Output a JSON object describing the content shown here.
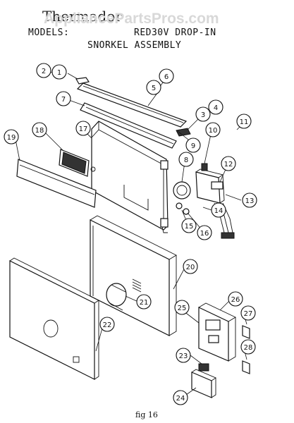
{
  "header": {
    "brand_title": "Thermador",
    "watermark": "AppliancePartsPros.com",
    "models_label": "MODELS:",
    "models_value": "RED30V DROP-IN",
    "assembly": "SNORKEL ASSEMBLY"
  },
  "figure_label": "fig 16",
  "callouts": [
    "1",
    "2",
    "3",
    "4",
    "5",
    "6",
    "7",
    "8",
    "9",
    "10",
    "11",
    "12",
    "13",
    "14",
    "15",
    "16",
    "17",
    "18",
    "19",
    "20",
    "21",
    "22",
    "23",
    "24",
    "25",
    "26",
    "27",
    "28"
  ]
}
